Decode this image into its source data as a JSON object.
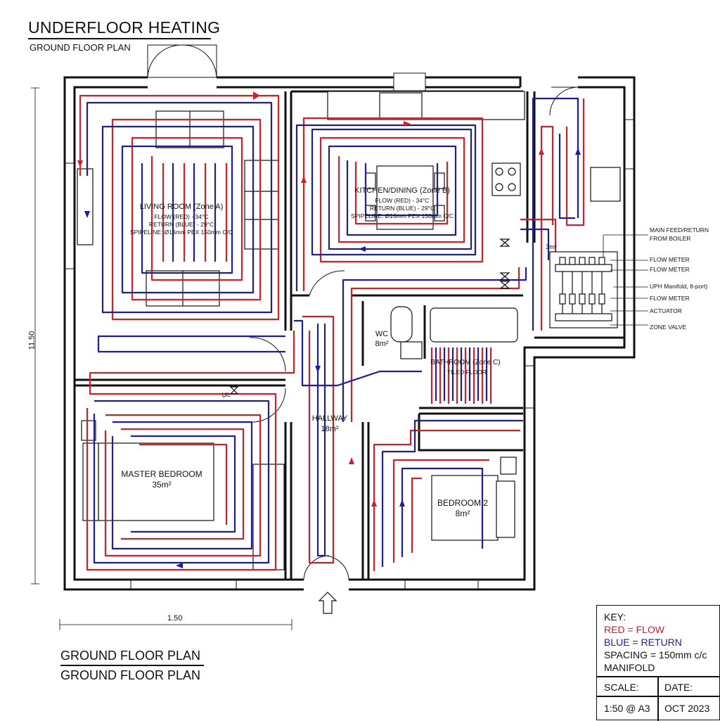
{
  "header": {
    "title": "UNDERFLOOR HEATING",
    "subtitle": "GROUND FLOOR PLAN"
  },
  "footer": {
    "line1": "GROUND FLOOR PLAN",
    "line2": "GROUND FLOOR PLAN"
  },
  "dimensions": {
    "vertical": "11.50",
    "horizontal": "1.50"
  },
  "rooms": {
    "living": {
      "name": "LIVING ROOM (Zone A)",
      "flow": "FLOW (RED) - 34°C",
      "ret": "RETURN (BLUE) - 29°C",
      "pipe": "SPIPELINE: Ø16mm PEX 150mm C/C"
    },
    "kitchen": {
      "name": "KITCHEN/DINING (Zone B)",
      "flow": "FLOW (RED) - 34°C",
      "ret": "RETURN (BLUE) - 29°C",
      "pipe": "SPIPELINE: Ø16mm PEX 150mm C/C"
    },
    "wc": {
      "name": "WC",
      "area": "8m²"
    },
    "bathroom": {
      "name": "BATHROOM (Zone C)",
      "floor": "TILED FLOOR"
    },
    "hallway": {
      "name": "HALLWAY",
      "area": "18m²"
    },
    "master": {
      "name": "MASTER BEDROOM",
      "area": "35m²"
    },
    "bedroom2": {
      "name": "BEDROOM 2",
      "area": "8m²"
    },
    "manifold_area": "3m²",
    "valve_tag": "ЏIL"
  },
  "callouts": {
    "main_feed": "MAIN FEED/RETURN",
    "from_boiler": "FROM BOILER",
    "flow_meter_1": "FLOW METER",
    "flow_meter_2": "FLOW METER",
    "manifold": "UPH Manifold, 8-port)",
    "flow_meter_3": "FLOW METER",
    "actuator": "ACTUATOR",
    "zone_valve": "ZONE VALVE"
  },
  "key": {
    "heading": "KEY:",
    "red": "RED = FLOW",
    "blue": "BLUE = RETURN",
    "spacing": "SPACING = 150mm c/c",
    "manifold": "MANIFOLD",
    "scale_label": "SCALE:",
    "date_label": "DATE:",
    "scale_value": "1:50 @ A3",
    "date_value": "OCT 2023"
  },
  "colors": {
    "flow": "#d0202a",
    "return": "#1e1e9a",
    "wall": "#111111",
    "key_red": "#c81e28",
    "key_blue": "#1e1e9a"
  }
}
